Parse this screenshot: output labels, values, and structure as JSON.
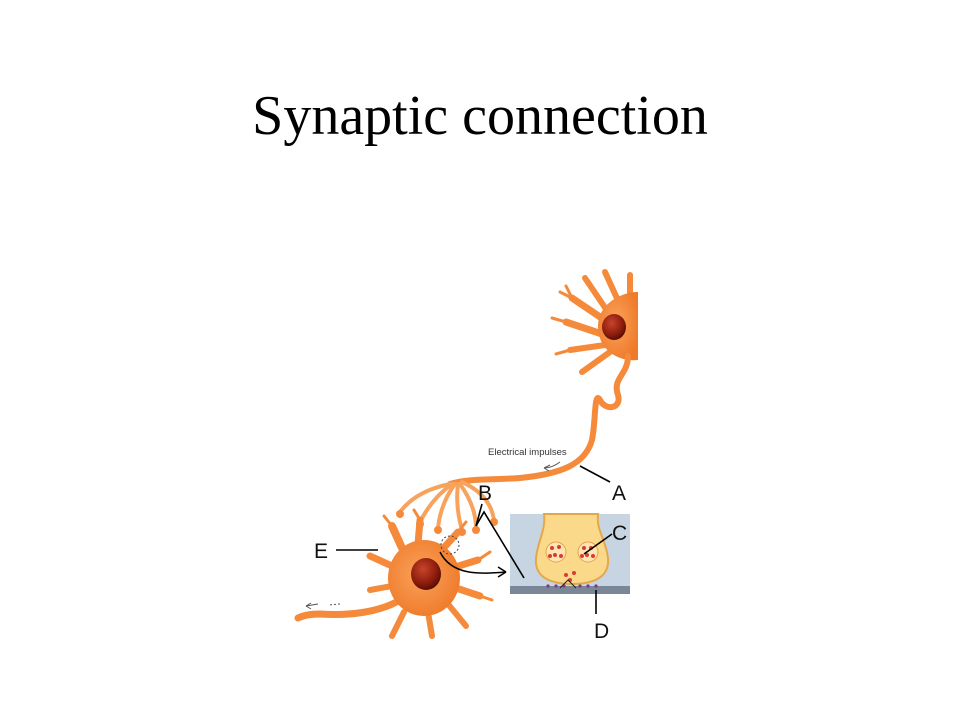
{
  "title": "Synaptic connection",
  "diagram": {
    "impulse_label": "Electrical impulses",
    "labels": {
      "a": "A",
      "b": "B",
      "c": "C",
      "d": "D",
      "e": "E"
    }
  },
  "colors": {
    "neuron_body": "#f58a3a",
    "neuron_light": "#f7a35c",
    "nucleus": "#8c1c0c",
    "synapse_fill": "#fbd98a",
    "synapse_bg": "#c7d5e2",
    "vesicle": "#d93a3a",
    "leader_line": "#000000"
  }
}
